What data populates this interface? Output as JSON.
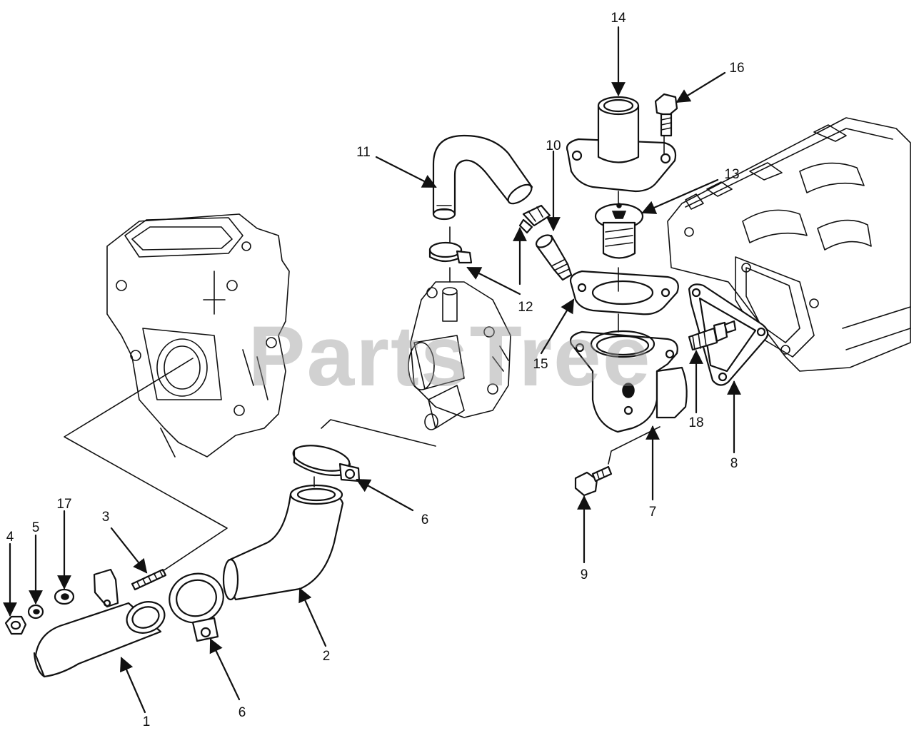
{
  "watermark": "PartsTree",
  "callouts": [
    {
      "id": "c1",
      "label": "1"
    },
    {
      "id": "c2",
      "label": "2"
    },
    {
      "id": "c3",
      "label": "3"
    },
    {
      "id": "c4",
      "label": "4"
    },
    {
      "id": "c5",
      "label": "5"
    },
    {
      "id": "c6a",
      "label": "6"
    },
    {
      "id": "c6b",
      "label": "6"
    },
    {
      "id": "c7",
      "label": "7"
    },
    {
      "id": "c8",
      "label": "8"
    },
    {
      "id": "c9",
      "label": "9"
    },
    {
      "id": "c10",
      "label": "10"
    },
    {
      "id": "c11",
      "label": "11"
    },
    {
      "id": "c12",
      "label": "12"
    },
    {
      "id": "c13",
      "label": "13"
    },
    {
      "id": "c14",
      "label": "14"
    },
    {
      "id": "c15",
      "label": "15"
    },
    {
      "id": "c16",
      "label": "16"
    },
    {
      "id": "c17",
      "label": "17"
    },
    {
      "id": "c18",
      "label": "18"
    }
  ]
}
